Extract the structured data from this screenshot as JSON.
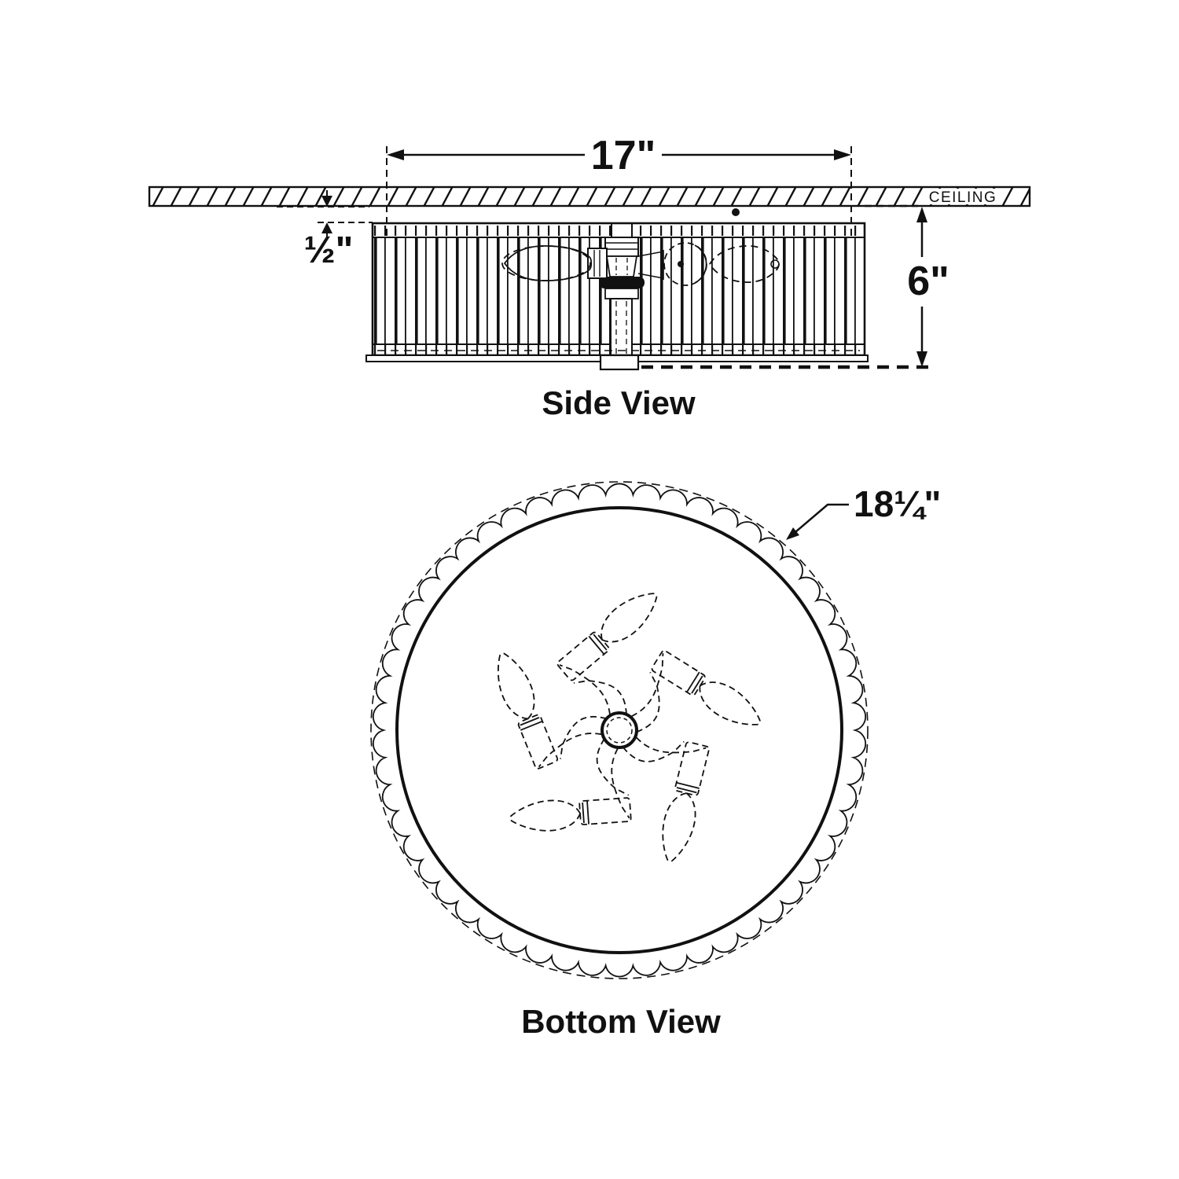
{
  "page": {
    "background": "#ffffff",
    "line_color": "#111111",
    "drawing_type": "ceiling flush-mount light fixture dimension diagram"
  },
  "side_view": {
    "title": "Side View",
    "ceiling_label": "CEILING",
    "dim_width": "17\"",
    "dim_recess": "½\"",
    "dim_height": "6\""
  },
  "bottom_view": {
    "title": "Bottom View",
    "dim_diameter": "18¼\"",
    "bulb_count": 5
  }
}
